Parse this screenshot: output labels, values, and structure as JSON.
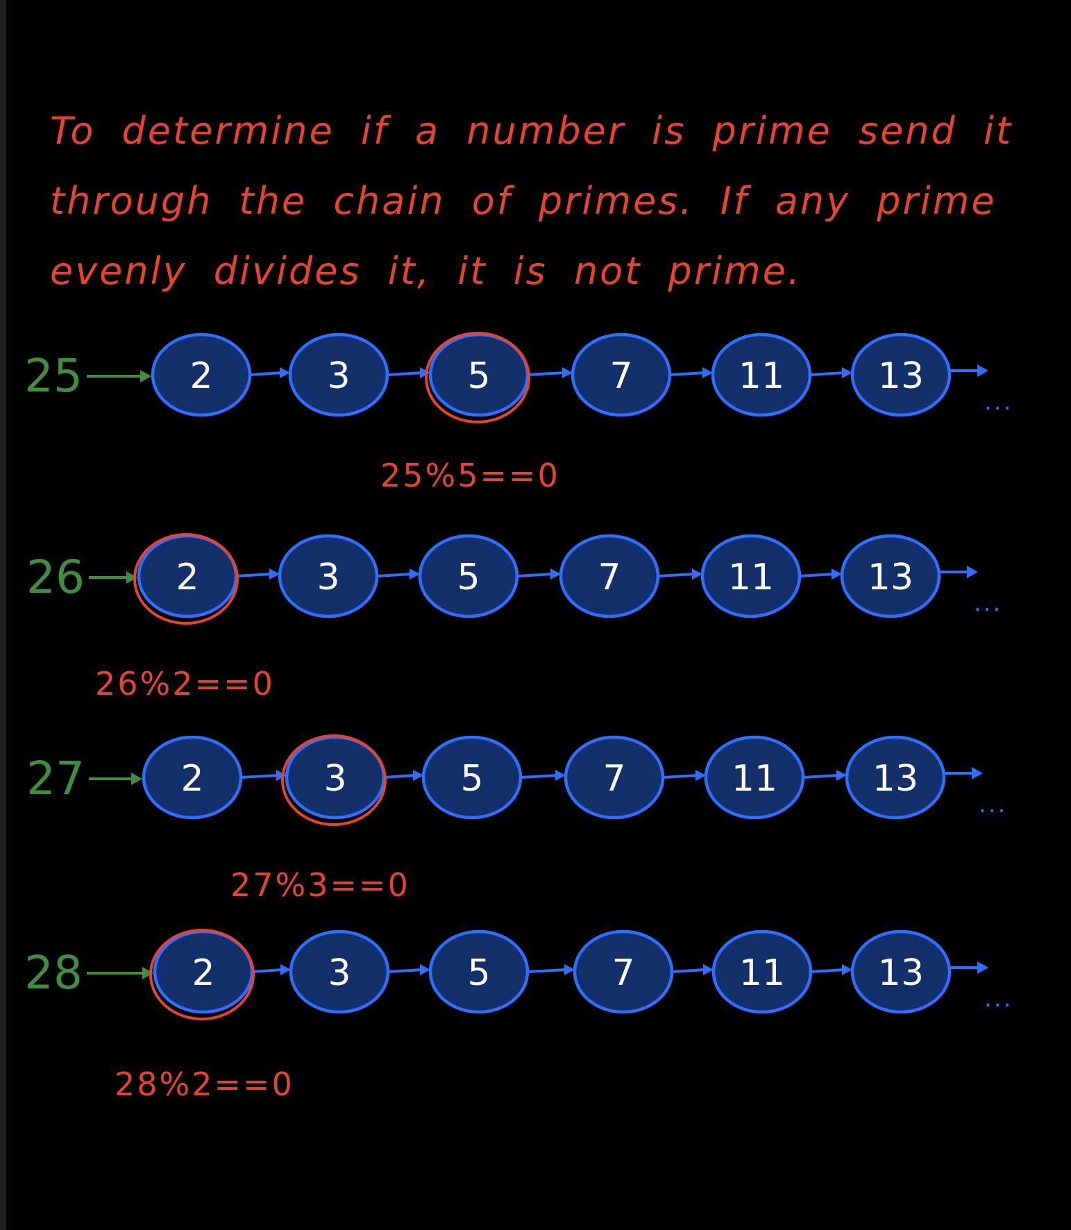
{
  "intro_text": "To determine if a number is prime send it through the chain of primes. If any prime evenly divides it, it is not prime.",
  "chain": {
    "primes": [
      "2",
      "3",
      "5",
      "7",
      "11",
      "13"
    ],
    "ellipsis": "...",
    "node_fill": "#13306b",
    "node_stroke": "#2f6fff",
    "highlight_color": "#e8432e",
    "input_color": "#3f8f3f"
  },
  "rows": [
    {
      "input": "25",
      "divisor_index": 2,
      "result": "25%5==0"
    },
    {
      "input": "26",
      "divisor_index": 0,
      "result": "26%2==0"
    },
    {
      "input": "27",
      "divisor_index": 1,
      "result": "27%3==0"
    },
    {
      "input": "28",
      "divisor_index": 0,
      "result": "28%2==0"
    }
  ]
}
